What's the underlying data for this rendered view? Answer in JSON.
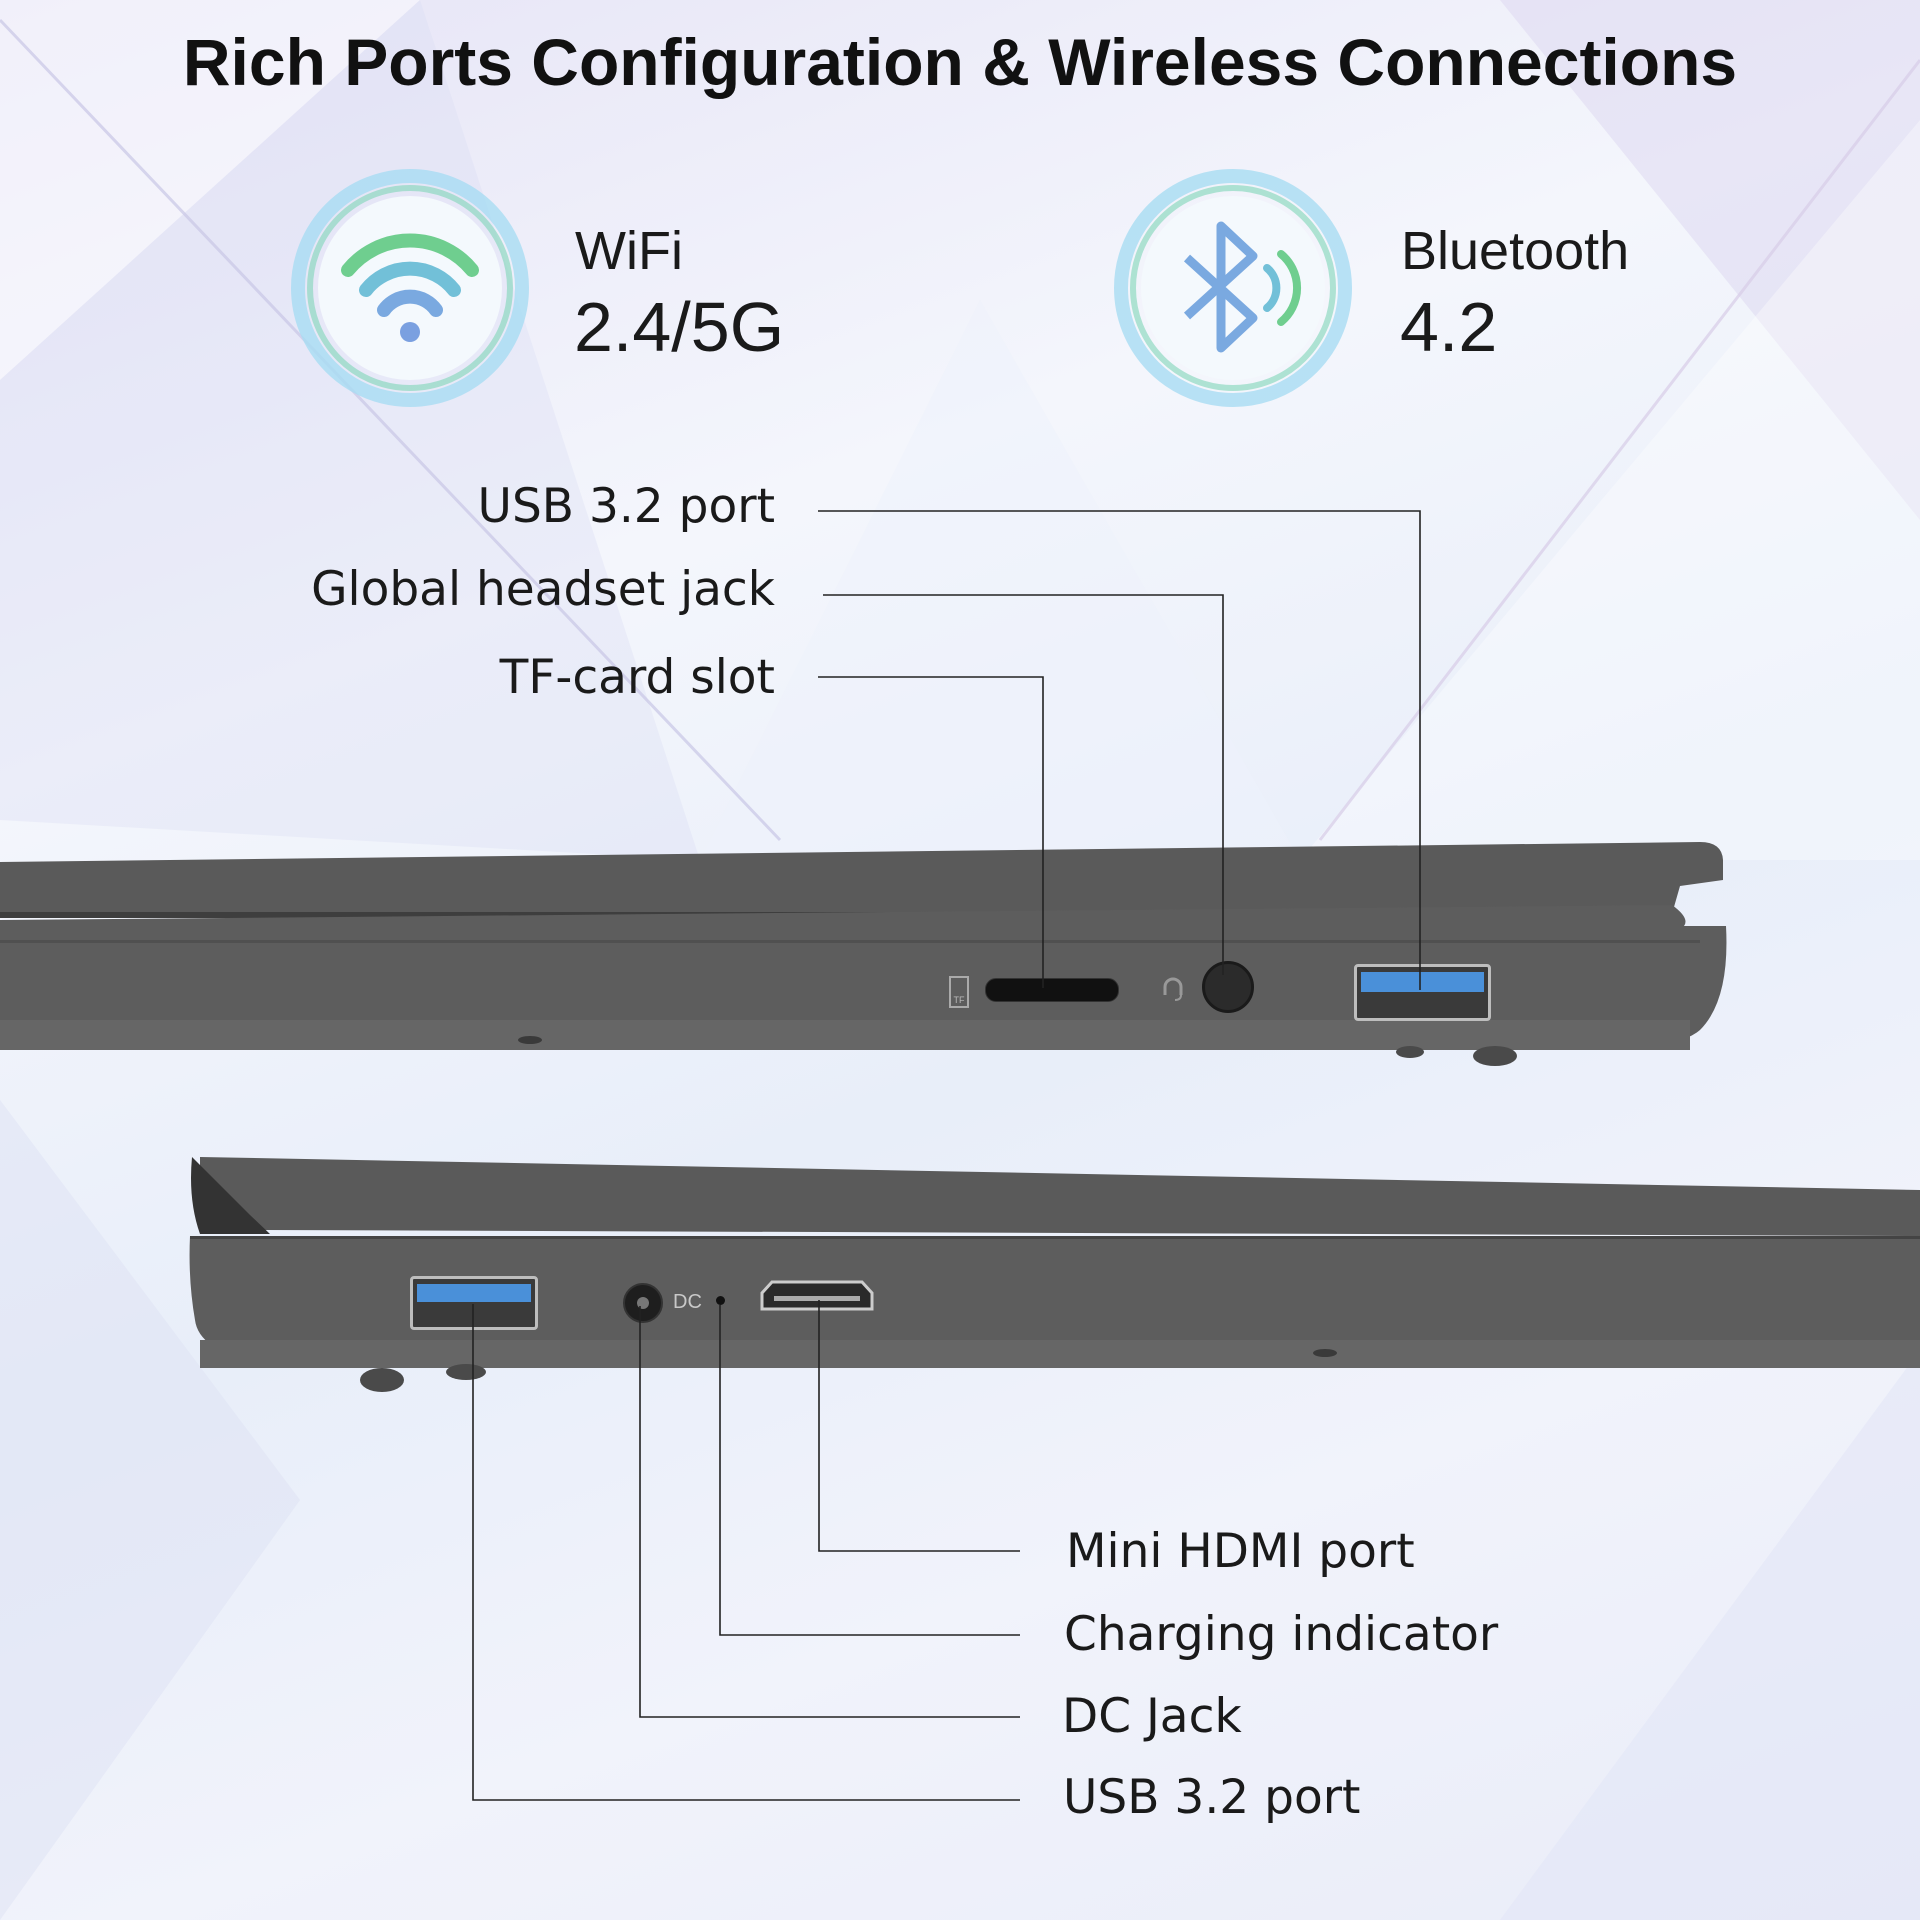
{
  "title": "Rich Ports Configuration & Wireless Connections",
  "wireless": [
    {
      "name": "WiFi",
      "value": "2.4/5G",
      "icon": "wifi-icon"
    },
    {
      "name": "Bluetooth",
      "value": "4.2",
      "icon": "bluetooth-icon"
    }
  ],
  "right_side_ports": [
    "USB 3.2 port",
    "Global headset jack",
    "TF-card slot"
  ],
  "left_side_ports": [
    "Mini HDMI port",
    "Charging indicator",
    "DC Jack",
    "USB 3.2 port"
  ],
  "port_markings": {
    "tf": "TF",
    "dc": "DC"
  },
  "colors": {
    "laptop": "#5b5b5b",
    "usb_blue": "#4a90d9",
    "text": "#1a1a1a"
  }
}
